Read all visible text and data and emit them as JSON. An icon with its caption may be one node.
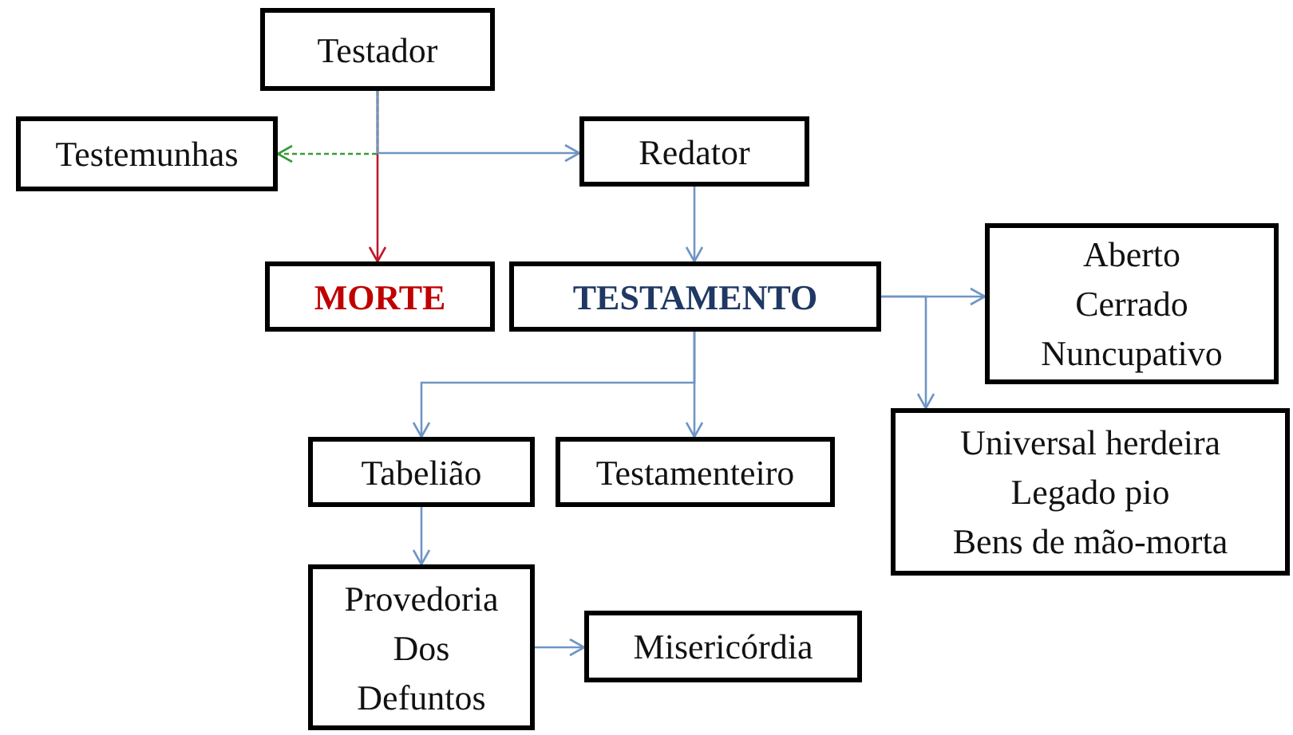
{
  "diagram": {
    "nodes": [
      {
        "text": [
          "Testador"
        ]
      },
      {
        "text": [
          "Testemunhas"
        ]
      },
      {
        "text": [
          "Redator"
        ]
      },
      {
        "text": [
          "MORTE"
        ]
      },
      {
        "text": [
          "TESTAMENTO"
        ]
      },
      {
        "text": [
          "Aberto",
          "Cerrado",
          "Nuncupativo"
        ]
      },
      {
        "text": [
          "Universal herdeira",
          "Legado pio",
          "Bens de mão-morta"
        ]
      },
      {
        "text": [
          "Tabelião"
        ]
      },
      {
        "text": [
          "Testamenteiro"
        ]
      },
      {
        "text": [
          "Provedoria Dos Defuntos"
        ]
      },
      {
        "text": [
          "Misericórdia"
        ]
      }
    ],
    "edges": [
      {
        "from": 0,
        "to": 3,
        "arrow": "to",
        "color": "#c0182a"
      },
      {
        "from": 0,
        "to": 1,
        "arrow": "to",
        "style": "dashed",
        "color": "#3a9a3a"
      },
      {
        "from": 0,
        "to": 2,
        "arrow": "to"
      },
      {
        "from": 2,
        "to": 4,
        "arrow": "to"
      },
      {
        "from": 4,
        "to": 5,
        "arrow": "to"
      },
      {
        "from": 4,
        "to": 6,
        "arrow": "to"
      },
      {
        "from": 4,
        "to": 7,
        "arrow": "to"
      },
      {
        "from": 4,
        "to": 8,
        "arrow": "to"
      },
      {
        "from": 7,
        "to": 9,
        "arrow": "to"
      },
      {
        "from": 9,
        "to": 10,
        "arrow": "to"
      }
    ]
  }
}
